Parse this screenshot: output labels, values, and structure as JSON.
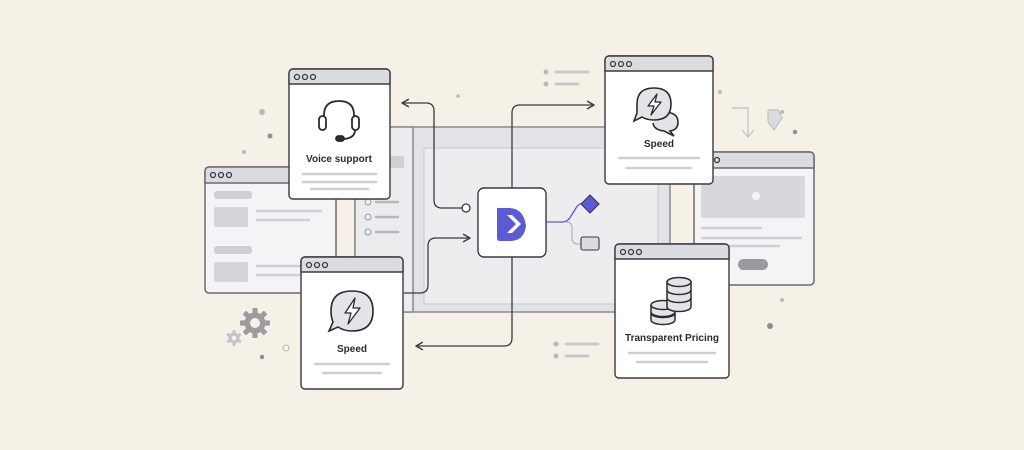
{
  "cards": {
    "voice_support": {
      "label": "Voice support",
      "icon": "headset-icon"
    },
    "speed_top": {
      "label": "Speed",
      "icon": "lightning-chat-icon"
    },
    "speed_bottom": {
      "label": "Speed",
      "icon": "lightning-chat-icon"
    },
    "transparent_pricing": {
      "label": "Transparent Pricing",
      "icon": "coin-stack-icon"
    }
  },
  "hub": {
    "icon": "brand-logo-icon"
  },
  "colors": {
    "background": "#f6f1e7",
    "card_fill": "#ffffff",
    "titlebar": "#dcdce0",
    "line": "#3a3a40",
    "placeholder": "#d2d2d6",
    "accent": "#5b5bd6"
  }
}
